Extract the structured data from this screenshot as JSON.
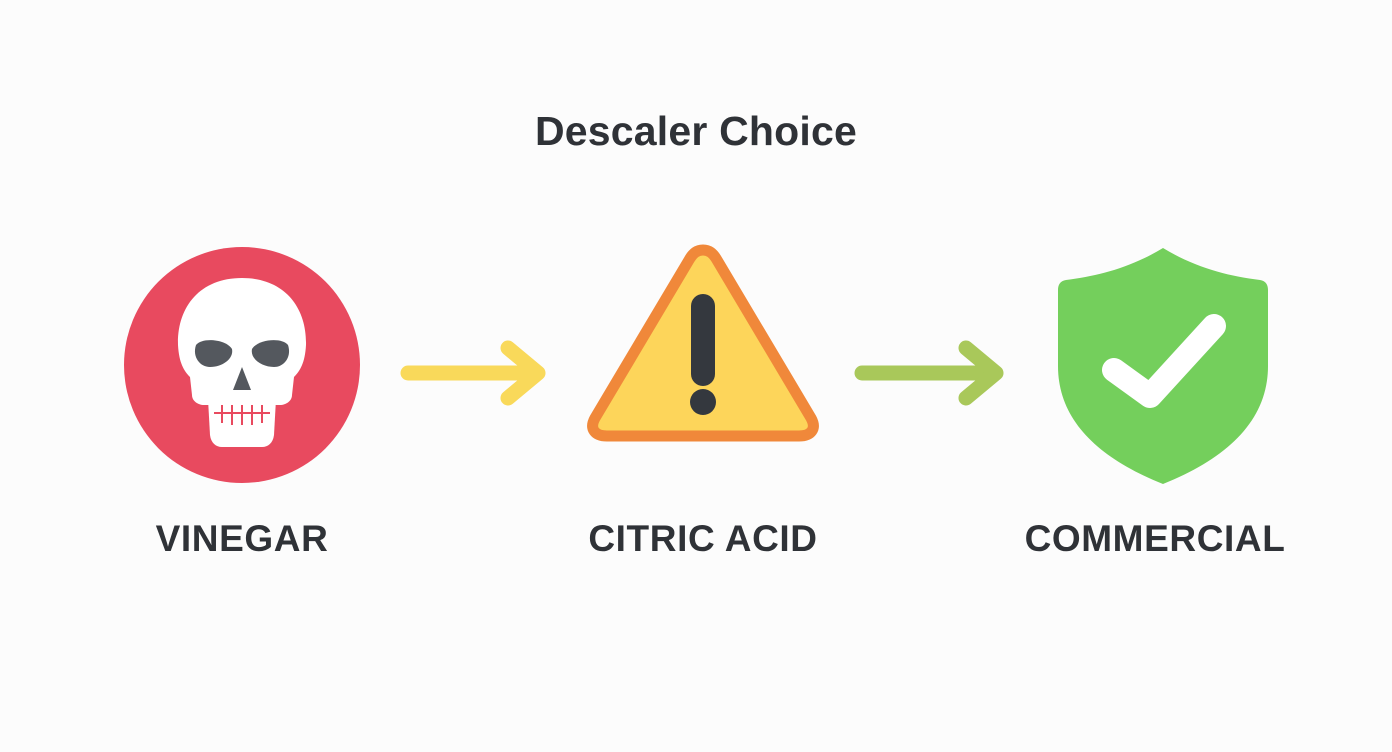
{
  "title": "Descaler Choice",
  "steps": [
    {
      "label": "VINEGAR",
      "icon": "skull-icon",
      "color": "#e84a5f"
    },
    {
      "label": "CITRIC ACID",
      "icon": "warning-triangle-icon",
      "color": "#fdd55a",
      "outline_color": "#f0883a"
    },
    {
      "label": "COMMERCIAL",
      "icon": "shield-check-icon",
      "color": "#74cf5c"
    }
  ],
  "arrows": [
    {
      "icon": "arrow-right-icon",
      "color": "#f9d95a"
    },
    {
      "icon": "arrow-right-icon",
      "color": "#a9c85a"
    }
  ]
}
